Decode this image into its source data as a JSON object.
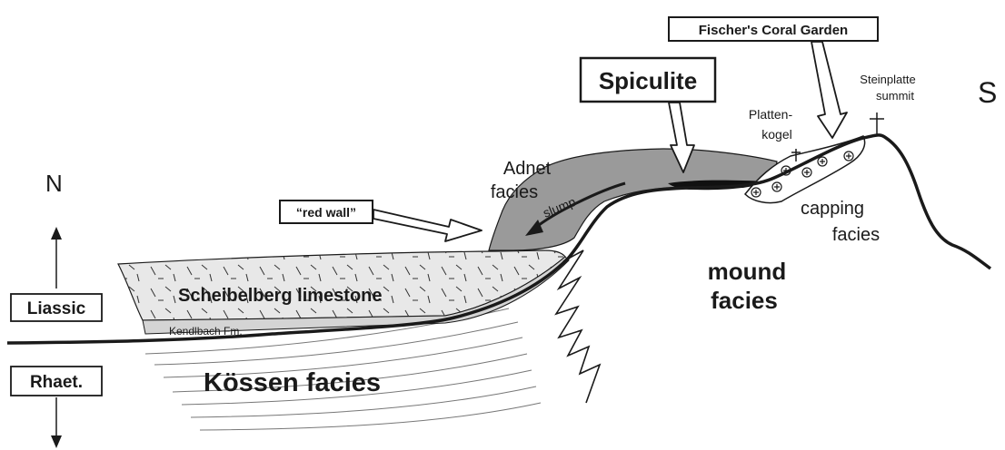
{
  "compass": {
    "north": "N",
    "south": "S"
  },
  "stratigraphy": {
    "upper_box": "Liassic",
    "lower_box": "Rhaet."
  },
  "callouts": {
    "coral_garden": "Fischer's Coral Garden",
    "spiculite": "Spiculite",
    "red_wall": "“red wall”"
  },
  "labels": {
    "adnet_line1": "Adnet",
    "adnet_line2": "facies",
    "slump": "slump",
    "plattenkogel_line1": "Platten-",
    "plattenkogel_line2": "kogel",
    "steinplatte_line1": "Steinplatte",
    "steinplatte_line2": "summit",
    "capping_line1": "capping",
    "capping_line2": "facies",
    "mound_line1": "mound",
    "mound_line2": "facies",
    "scheibelberg": "Scheibelberg limestone",
    "kendlbach": "Kendlbach Fm.",
    "koessen": "Kössen facies"
  },
  "colors": {
    "adnet_fill": "#9a9a9a",
    "scheibelberg_fill": "#e8e8e8",
    "line": "#1a1a1a",
    "spiculite_fill": "#111111"
  }
}
